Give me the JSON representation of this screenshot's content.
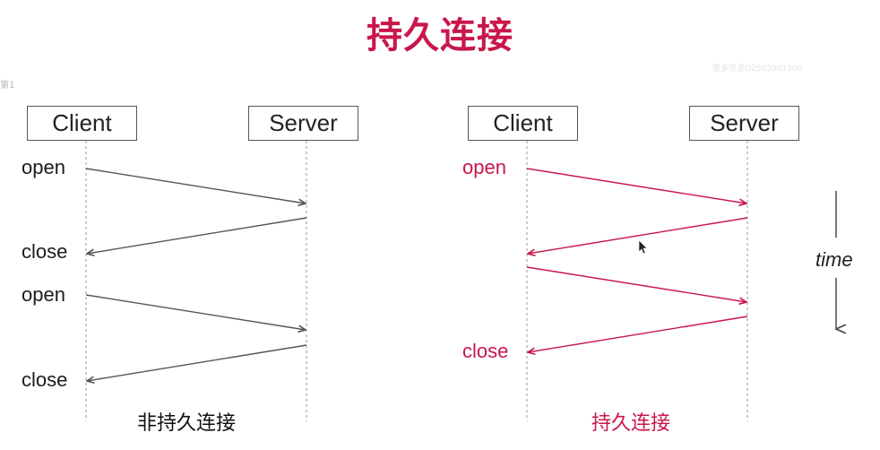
{
  "title": "持久连接",
  "watermark": "更多资源Q2503901206",
  "page_mark": "第1",
  "colors": {
    "accent": "#c8174a",
    "gray_arrow": "#555555",
    "lifeline": "#9a9a9a"
  },
  "left_diagram": {
    "client_label": "Client",
    "server_label": "Server",
    "events": [
      "open",
      "close",
      "open",
      "close"
    ],
    "caption": "非持久连接"
  },
  "right_diagram": {
    "client_label": "Client",
    "server_label": "Server",
    "events": [
      "open",
      "close"
    ],
    "caption": "持久连接"
  },
  "time_axis": {
    "label": "time"
  }
}
